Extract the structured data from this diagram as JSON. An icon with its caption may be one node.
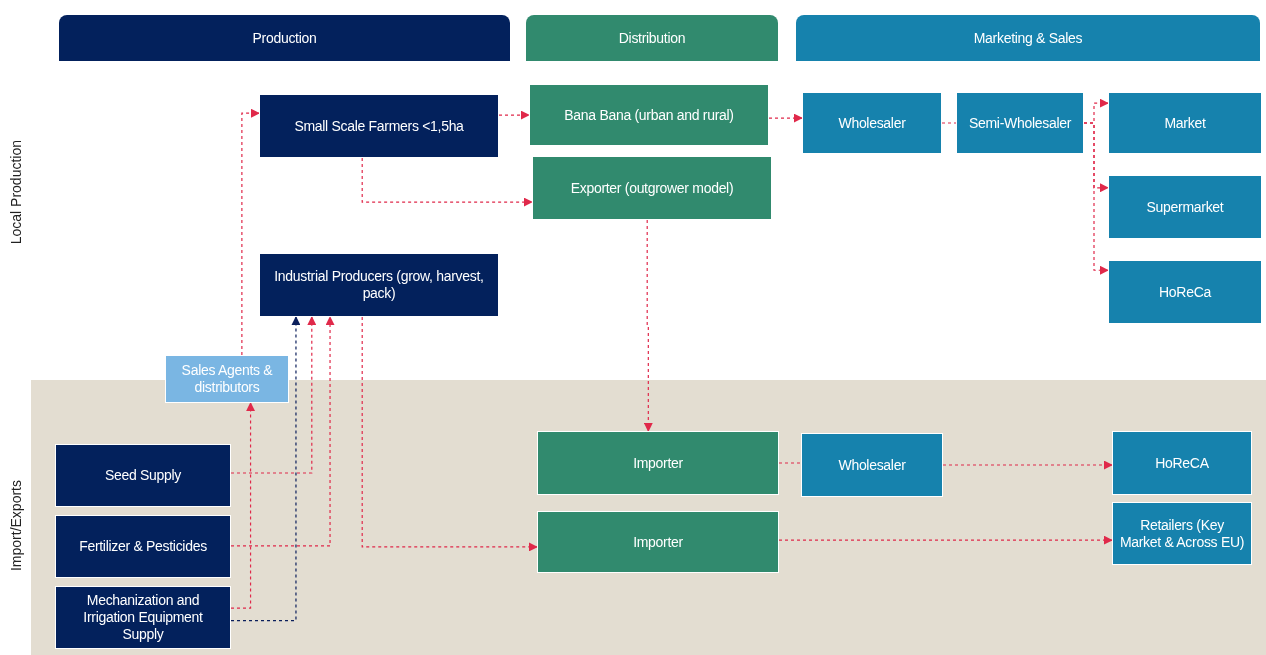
{
  "diagram": {
    "nodes": [
      {
        "text": [
          "Production"
        ]
      },
      {
        "text": [
          "Distribution"
        ]
      },
      {
        "text": [
          "Marketing & Sales"
        ]
      },
      {
        "text": [
          "Small Scale Farmers <1,5ha"
        ]
      },
      {
        "text": [
          "Bana Bana (urban and rural)"
        ]
      },
      {
        "text": [
          "Exporter (outgrower model)"
        ]
      },
      {
        "text": [
          "Wholesaler"
        ]
      },
      {
        "text": [
          "Semi-Wholesaler"
        ]
      },
      {
        "text": [
          "Market"
        ]
      },
      {
        "text": [
          "Supermarket"
        ]
      },
      {
        "text": [
          "HoReCa"
        ]
      },
      {
        "text": [
          "Industrial Producers (grow, harvest, pack)"
        ]
      },
      {
        "text": [
          "Sales Agents & distributors"
        ]
      },
      {
        "text": [
          "Seed Supply"
        ]
      },
      {
        "text": [
          "Fertilizer & Pesticides"
        ]
      },
      {
        "text": [
          "Mechanization and Irrigation Equipment Supply"
        ]
      },
      {
        "text": [
          "Importer"
        ]
      },
      {
        "text": [
          "Wholesaler"
        ]
      },
      {
        "text": [
          "HoReCA"
        ]
      },
      {
        "text": [
          "Importer"
        ]
      },
      {
        "text": [
          "Retailers (Key Market & Across EU)"
        ]
      }
    ],
    "edges": [
      {
        "from": 3,
        "to": 4,
        "arrow": "to",
        "style": "dashed"
      },
      {
        "from": 3,
        "to": 5,
        "arrow": "to",
        "style": "dashed"
      },
      {
        "from": 4,
        "to": 6,
        "arrow": "to",
        "style": "dashed"
      },
      {
        "from": 6,
        "to": 7,
        "arrow": "none",
        "style": "dashed"
      },
      {
        "from": 7,
        "to": 8,
        "arrow": "to",
        "style": "dashed"
      },
      {
        "from": 7,
        "to": 9,
        "arrow": "to",
        "style": "dashed"
      },
      {
        "from": 7,
        "to": 10,
        "arrow": "to",
        "style": "dashed"
      },
      {
        "from": 5,
        "to": 16,
        "arrow": "to",
        "style": "dashed"
      },
      {
        "from": 16,
        "to": 17,
        "arrow": "none",
        "style": "dashed"
      },
      {
        "from": 17,
        "to": 18,
        "arrow": "to",
        "style": "dashed"
      },
      {
        "from": 19,
        "to": 20,
        "arrow": "to",
        "style": "dashed"
      },
      {
        "from": 11,
        "to": 19,
        "arrow": "to",
        "style": "dashed"
      },
      {
        "from": 12,
        "to": 3,
        "arrow": "to",
        "style": "dashed"
      },
      {
        "from": 13,
        "to": 11,
        "arrow": "to",
        "style": "dashed"
      },
      {
        "from": 14,
        "to": 11,
        "arrow": "to",
        "style": "dashed"
      },
      {
        "from": 15,
        "to": 12,
        "arrow": "to",
        "style": "dashed"
      },
      {
        "from": 15,
        "to": 11,
        "arrow": "to",
        "style": "dashed",
        "color": "#0b1f5c"
      }
    ],
    "labels": [
      "Local Production",
      "Import/Exports"
    ]
  }
}
